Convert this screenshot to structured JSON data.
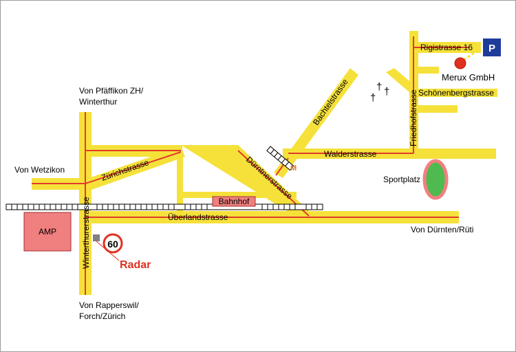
{
  "map": {
    "streets": {
      "rigistrasse": "Rigistrasse 16",
      "schoenenberg": "Schönenbergstrasse",
      "friedhof": "Friedhofstrasse",
      "walder": "Walderstrasse",
      "bachtel": "Bachtelstrasse",
      "duernten": "Dürntnerstrasse",
      "zuerich": "Zürichstrasse",
      "winterthurer": "Winterthurerstrasse",
      "ueberland": "Überlandstrasse"
    },
    "places": {
      "merux": "Merux GmbH",
      "parking": "P",
      "sportplatz": "Sportplatz",
      "bahnhof": "Bahnhof",
      "amp": "AMP",
      "metro": "M",
      "speed_limit": "60",
      "radar": "Radar",
      "crosses": [
        "†",
        "†",
        "†"
      ]
    },
    "directions": {
      "pfaeffikon_line1": "Von Pfäffikon ZH/",
      "pfaeffikon_line2": "Winterthur",
      "wetzikon": "Von Wetzikon",
      "duernten_rueti": "Von Dürnten/Rüti",
      "rapperswil_line1": "Von Rapperswil/",
      "rapperswil_line2": "Forch/Zürich"
    },
    "colors": {
      "road": "#f5e13a",
      "centerline": "#e23a2a",
      "parking": "#1f3c9a",
      "marker": "#e03020",
      "amp": "#f07f7f",
      "bahnhof": "#f07f7f",
      "radar": "#e03020",
      "sportplatz_fill": "#4fba4f",
      "sportplatz_ring": "#f08080"
    }
  }
}
